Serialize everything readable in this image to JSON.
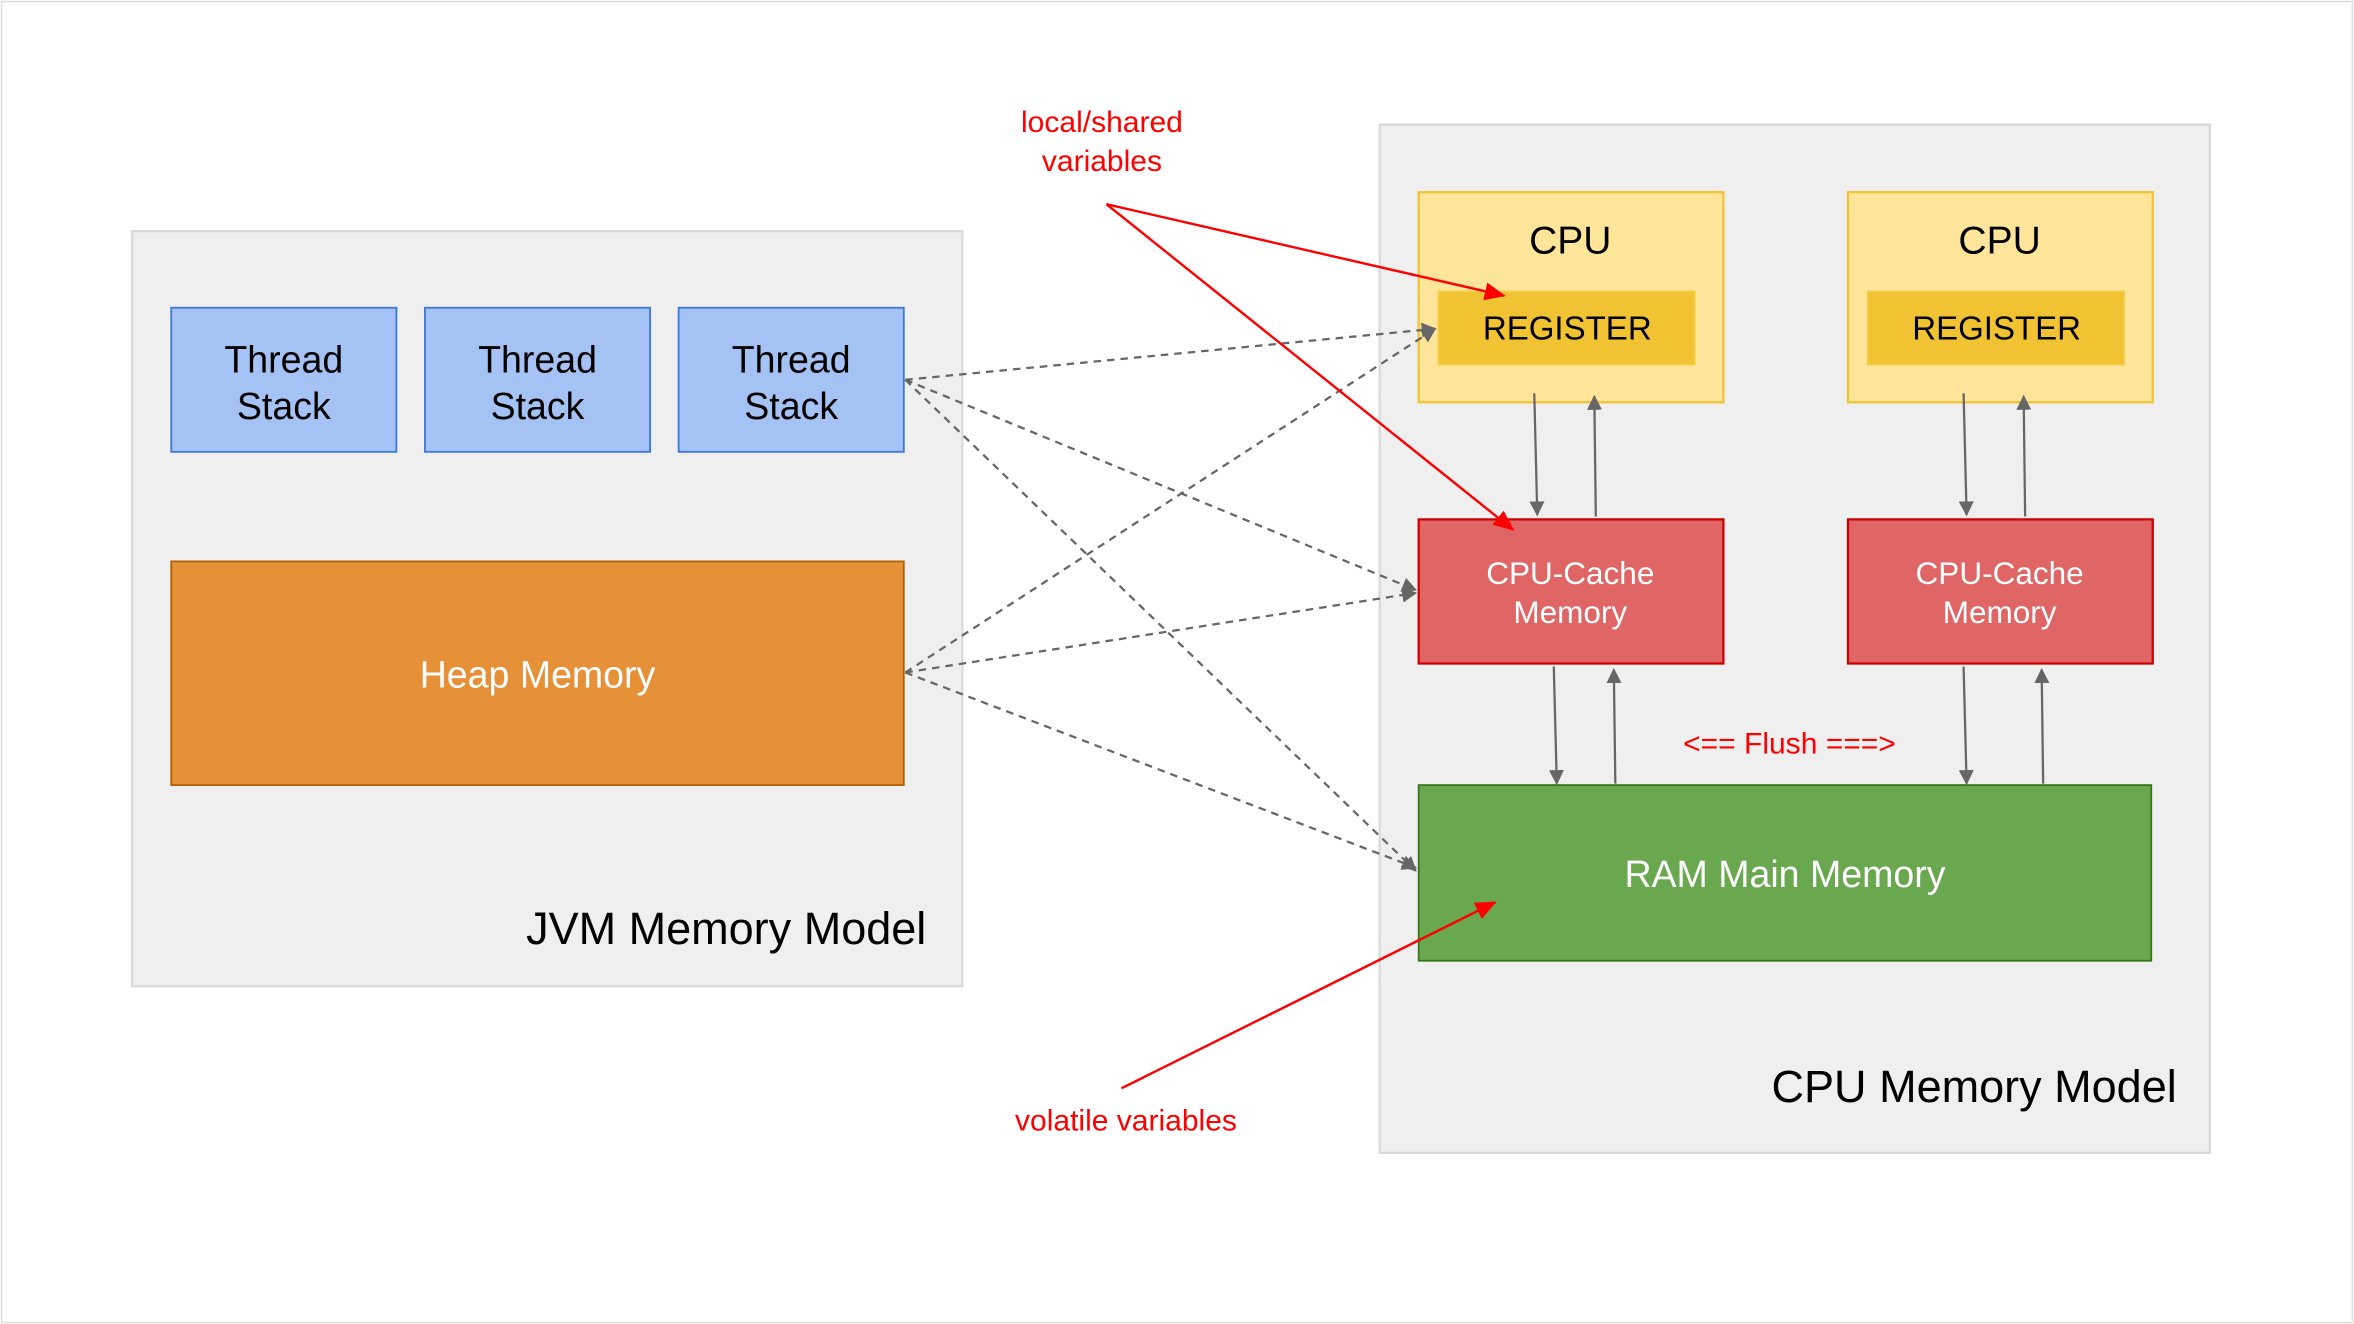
{
  "jvm": {
    "title": "JVM Memory Model",
    "thread_stacks": [
      {
        "line1": "Thread",
        "line2": "Stack"
      },
      {
        "line1": "Thread",
        "line2": "Stack"
      },
      {
        "line1": "Thread",
        "line2": "Stack"
      }
    ],
    "heap": "Heap Memory"
  },
  "cpu_model": {
    "title": "CPU Memory Model",
    "cpus": [
      {
        "label": "CPU",
        "register": "REGISTER",
        "cache_line1": "CPU-Cache",
        "cache_line2": "Memory"
      },
      {
        "label": "CPU",
        "register": "REGISTER",
        "cache_line1": "CPU-Cache",
        "cache_line2": "Memory"
      }
    ],
    "ram": "RAM Main Memory",
    "flush": "<== Flush ===>"
  },
  "annotations": {
    "local_shared_line1": "local/shared",
    "local_shared_line2": "variables",
    "volatile": "volatile variables"
  },
  "colors": {
    "thread_stack": "#a4c2f4",
    "heap": "#e69138",
    "cpu": "#ffe599",
    "register": "#f1c232",
    "cache": "#e06666",
    "ram": "#6aa84f",
    "annotation": "#ff0000"
  }
}
